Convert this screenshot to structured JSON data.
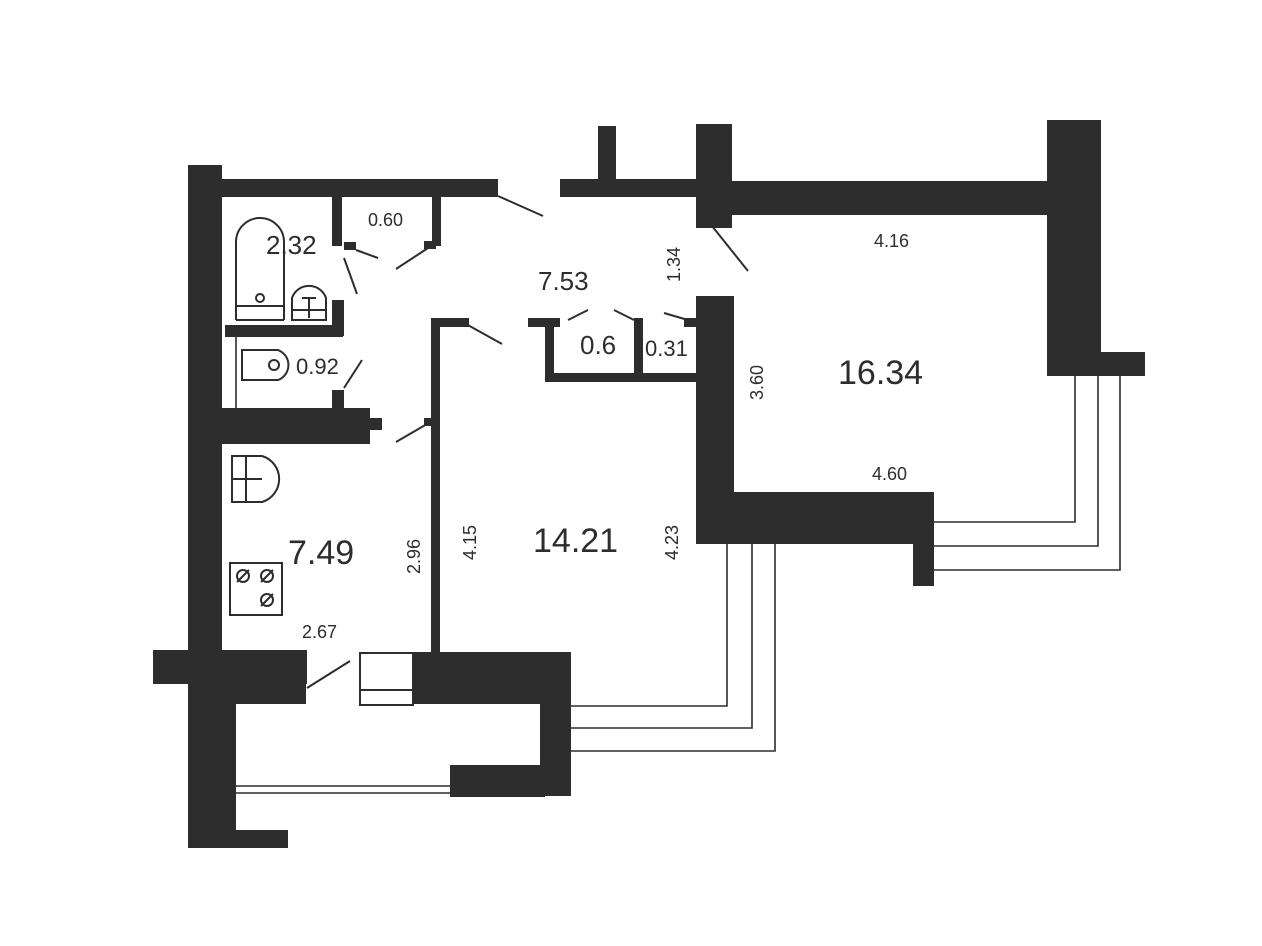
{
  "rooms": {
    "bathroom": "2.32",
    "closet": "0.60",
    "hallway": "7.53",
    "storage_a": "0.6",
    "storage_b": "0.31",
    "toilet": "0.92",
    "kitchen": "7.49",
    "living_room": "14.21",
    "bedroom": "16.34"
  },
  "dimensions": {
    "bedroom_top": "4.16",
    "hall_door": "1.34",
    "bedroom_side": "3.60",
    "bedroom_bottom": "4.60",
    "kitchen_side": "2.96",
    "living_left": "4.15",
    "living_right": "4.23",
    "kitchen_bottom": "2.67"
  },
  "colors": {
    "wall": "#2d2d2d",
    "background": "#ffffff"
  }
}
